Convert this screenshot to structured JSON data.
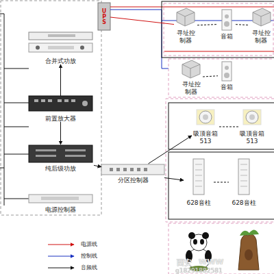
{
  "diagram": {
    "nodes": [
      {
        "text": [
          "UPS"
        ]
      },
      {
        "text": [
          "合并式功放"
        ]
      },
      {
        "text": [
          "前置放大器"
        ]
      },
      {
        "text": [
          "纯后级功放"
        ]
      },
      {
        "text": [
          "电源控制器"
        ]
      },
      {
        "text": [
          "分区控制器"
        ]
      },
      {
        "text": [
          "寻址控制器"
        ]
      },
      {
        "text": [
          "音箱"
        ]
      },
      {
        "text": [
          "寻址控制器"
        ]
      },
      {
        "text": [
          "寻址控制器"
        ]
      },
      {
        "text": [
          "音箱"
        ]
      },
      {
        "text": [
          "吸顶音箱 513"
        ]
      },
      {
        "text": [
          "吸顶音箱 513"
        ]
      },
      {
        "text": [
          "628音柱"
        ]
      },
      {
        "text": [
          "628音柱"
        ]
      }
    ],
    "edges": [
      {
        "from": 2,
        "to": 1,
        "arrow": "to"
      },
      {
        "from": 2,
        "to": 3,
        "arrow": "to"
      },
      {
        "from": 3,
        "to": 5,
        "arrow": "to"
      },
      {
        "from": 5,
        "to": 11,
        "arrow": "to"
      },
      {
        "from": 5,
        "to": 13,
        "arrow": "to"
      },
      {
        "from": 0,
        "to": 6,
        "arrow": "none"
      },
      {
        "from": 6,
        "to": 7,
        "arrow": "none"
      },
      {
        "from": 7,
        "to": 8,
        "arrow": "none"
      },
      {
        "from": 9,
        "to": 10,
        "arrow": "none"
      },
      {
        "from": 11,
        "to": 12,
        "arrow": "none"
      },
      {
        "from": 13,
        "to": 14,
        "arrow": "none"
      }
    ],
    "labels": [
      "西安",
      "WWW",
      "g18291882581"
    ],
    "legend": [
      {
        "text": "电源线"
      },
      {
        "text": "控制线"
      },
      {
        "text": "音频线"
      }
    ]
  }
}
